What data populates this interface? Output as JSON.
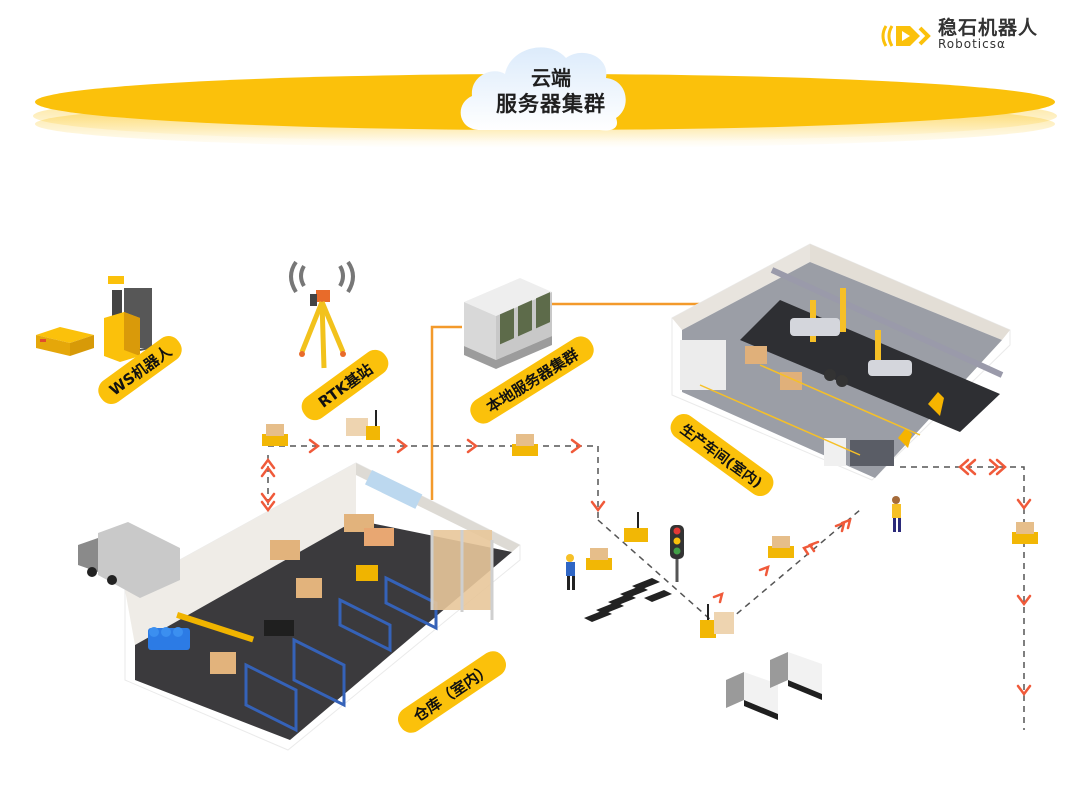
{
  "brand": {
    "name_cn": "稳石机器人",
    "name_en": "Roboticsα",
    "accent_color": "#fbc10b"
  },
  "cloud": {
    "line1": "云端",
    "line2": "服务器集群"
  },
  "nodes": {
    "ws_robot": {
      "label": "WS机器人",
      "icon": "agv-forklift-robot-icon"
    },
    "rtk_station": {
      "label": "RTK基站",
      "icon": "rtk-tripod-antenna-icon"
    },
    "local_servers": {
      "label": "本地服务器集群",
      "icon": "server-rack-icon"
    },
    "workshop": {
      "label": "生产车间(室内)",
      "icon": "factory-workshop-icon"
    },
    "warehouse": {
      "label": "仓库（室内）",
      "icon": "warehouse-icon"
    }
  },
  "colors": {
    "connector": "#f39a2b",
    "path_arrow": "#f05a3a",
    "path_dash": "#555555",
    "ellipse": "#fbc10b"
  }
}
